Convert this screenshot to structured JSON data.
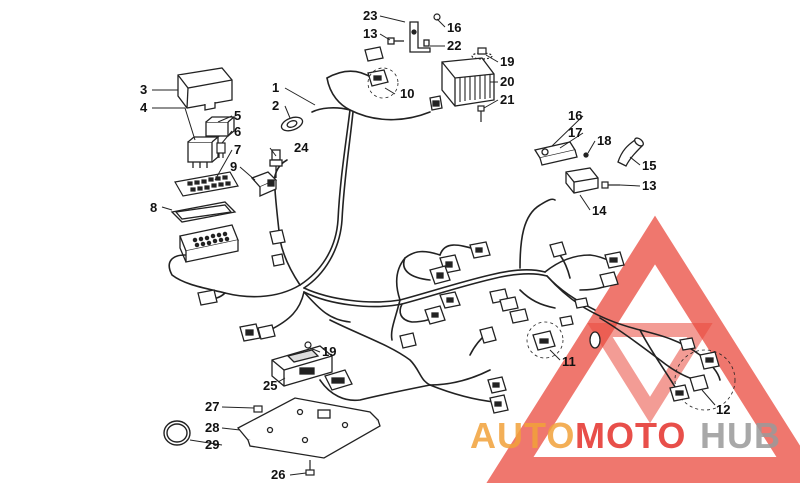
{
  "diagram": {
    "callouts": [
      {
        "id": "c1",
        "label": "1"
      },
      {
        "id": "c2",
        "label": "2"
      },
      {
        "id": "c3",
        "label": "3"
      },
      {
        "id": "c4",
        "label": "4"
      },
      {
        "id": "c5",
        "label": "5"
      },
      {
        "id": "c6",
        "label": "6"
      },
      {
        "id": "c7",
        "label": "7"
      },
      {
        "id": "c8",
        "label": "8"
      },
      {
        "id": "c9",
        "label": "9"
      },
      {
        "id": "c10",
        "label": "10"
      },
      {
        "id": "c11",
        "label": "11"
      },
      {
        "id": "c12",
        "label": "12"
      },
      {
        "id": "c13a",
        "label": "13"
      },
      {
        "id": "c13b",
        "label": "13"
      },
      {
        "id": "c14",
        "label": "14"
      },
      {
        "id": "c15",
        "label": "15"
      },
      {
        "id": "c16a",
        "label": "16"
      },
      {
        "id": "c16b",
        "label": "16"
      },
      {
        "id": "c17",
        "label": "17"
      },
      {
        "id": "c18",
        "label": "18"
      },
      {
        "id": "c19a",
        "label": "19"
      },
      {
        "id": "c19b",
        "label": "19"
      },
      {
        "id": "c20",
        "label": "20"
      },
      {
        "id": "c21",
        "label": "21"
      },
      {
        "id": "c22",
        "label": "22"
      },
      {
        "id": "c23",
        "label": "23"
      },
      {
        "id": "c24",
        "label": "24"
      },
      {
        "id": "c25",
        "label": "25"
      },
      {
        "id": "c26",
        "label": "26"
      },
      {
        "id": "c27",
        "label": "27"
      },
      {
        "id": "c28",
        "label": "28"
      },
      {
        "id": "c29",
        "label": "29"
      }
    ]
  },
  "watermark": {
    "part1": "AUTO",
    "part2": "MOTO",
    "part3": "HUB",
    "colors": {
      "orange": "#f2a23a",
      "red": "#e4312b",
      "gray": "#9a9a9a"
    }
  }
}
